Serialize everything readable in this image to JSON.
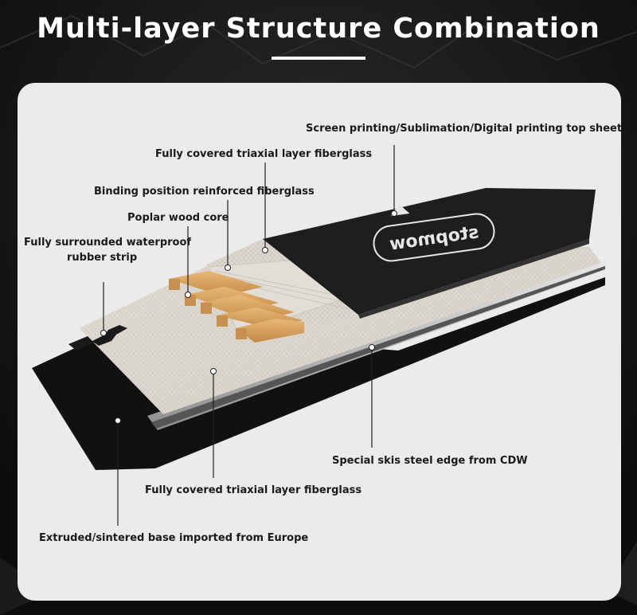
{
  "title": "Multi-layer Structure Combination",
  "brand": "stopmow",
  "labels": {
    "top_sheet": "Screen printing/Sublimation/Digital printing top sheet",
    "triaxial_top": "Fully covered triaxial layer fiberglass",
    "binding": "Binding position reinforced fiberglass",
    "wood_core": "Poplar wood core",
    "rubber_strip_1": "Fully surrounded waterproof",
    "rubber_strip_2": "rubber strip",
    "steel_edge": "Special skis steel edge from CDW",
    "triaxial_bottom": "Fully covered triaxial layer fiberglass",
    "base": "Extruded/sintered base imported from Europe"
  },
  "colors": {
    "background": "#141414",
    "card": "#ebebeb",
    "top_sheet": "#1e1e1e",
    "fiberglass": "#d9d4cc",
    "wood": "#d6a15c",
    "steel": "#b8b8b8",
    "base": "#111111"
  }
}
